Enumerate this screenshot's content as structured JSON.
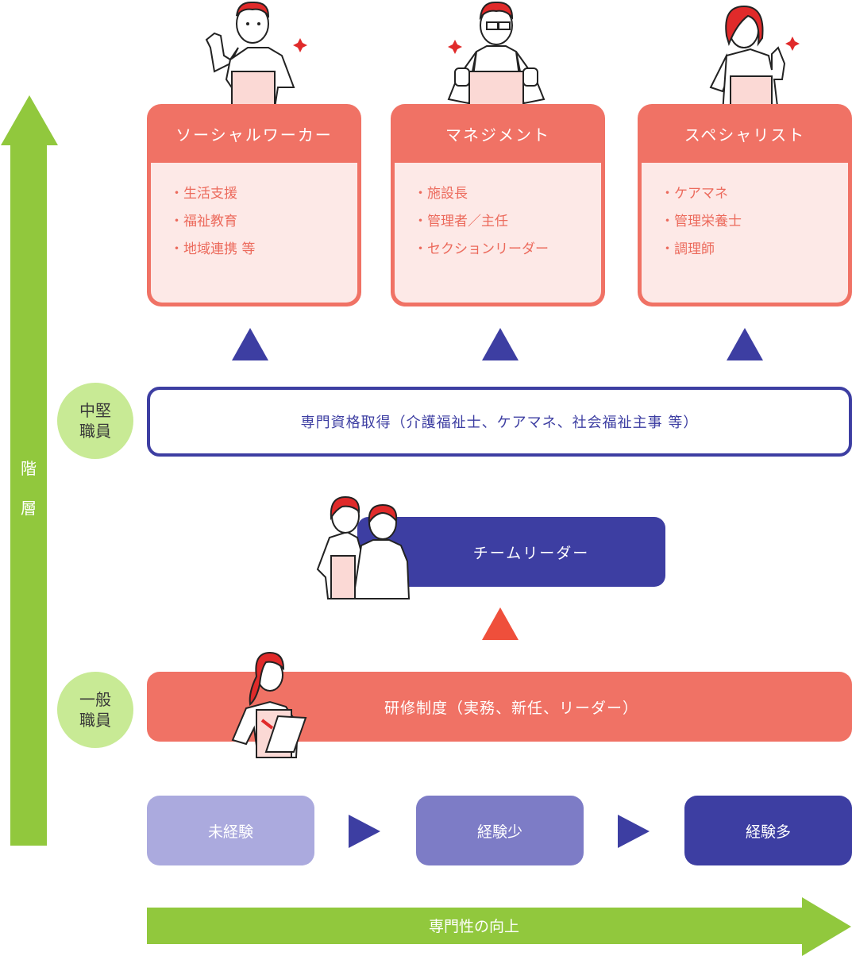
{
  "axes": {
    "vertical_label": [
      "階",
      "層"
    ],
    "horizontal_label": "専門性の向上",
    "arrow_color": "#91c83d"
  },
  "career_paths": [
    {
      "title": "ソーシャルワーカー",
      "items": [
        "生活支援",
        "福祉教育",
        "地域連携 等"
      ]
    },
    {
      "title": "マネジメント",
      "items": [
        "施設長",
        "管理者／主任",
        "セクションリーダー"
      ]
    },
    {
      "title": "スペシャリスト",
      "items": [
        "ケアマネ",
        "管理栄養士",
        "調理師"
      ]
    }
  ],
  "levels": {
    "mid": [
      "中堅",
      "職員"
    ],
    "general": [
      "一般",
      "職員"
    ]
  },
  "qualification": "専門資格取得（介護福祉士、ケアマネ、社会福祉主事 等）",
  "team_leader": "チームリーダー",
  "training": "研修制度（実務、新任、リーダー）",
  "experience_steps": [
    {
      "label": "未経験",
      "color": "#abaade"
    },
    {
      "label": "経験少",
      "color": "#7d7cc6"
    },
    {
      "label": "経験多",
      "color": "#3d3ea2"
    }
  ],
  "colors": {
    "coral": "#f07265",
    "coral_light": "#fde9e7",
    "navy": "#3d3ea2",
    "red_arrow": "#ef4f3b",
    "level_circle": "#c8ea95"
  }
}
